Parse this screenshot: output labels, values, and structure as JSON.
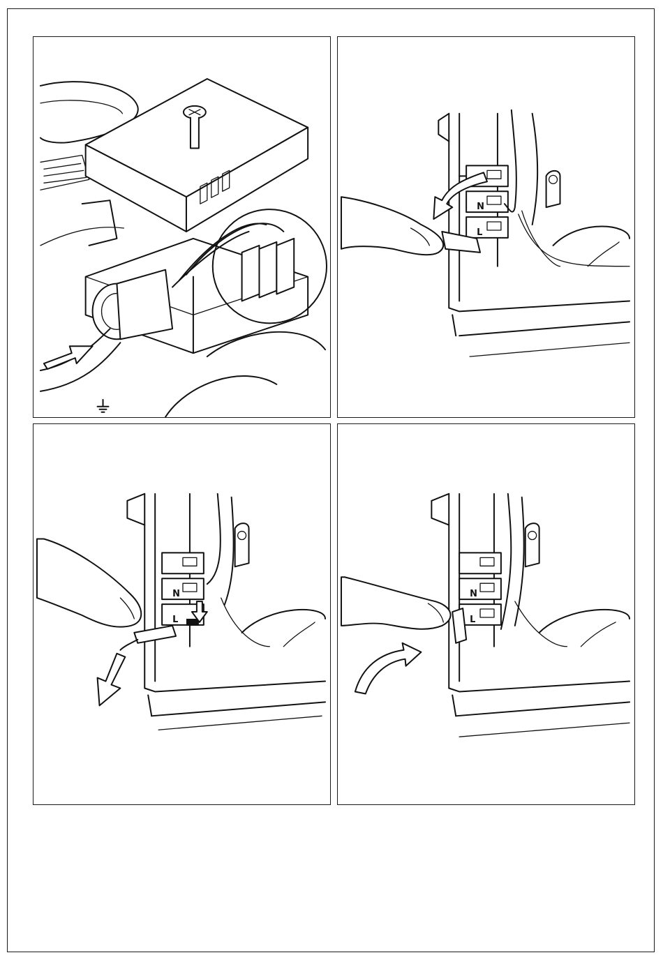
{
  "figures": [
    {
      "id": "fig-1",
      "terminal_labels": []
    },
    {
      "id": "fig-2",
      "terminal_labels": [
        "N",
        "L"
      ]
    },
    {
      "id": "fig-3",
      "terminal_labels": [
        "N",
        "L"
      ]
    },
    {
      "id": "fig-4",
      "terminal_labels": [
        "N",
        "L"
      ]
    }
  ],
  "colors": {
    "line": "#111111",
    "paper": "#ffffff"
  },
  "icons": [
    "earth-symbol-icon",
    "arrow-icon",
    "screw-icon",
    "hand-icon"
  ]
}
